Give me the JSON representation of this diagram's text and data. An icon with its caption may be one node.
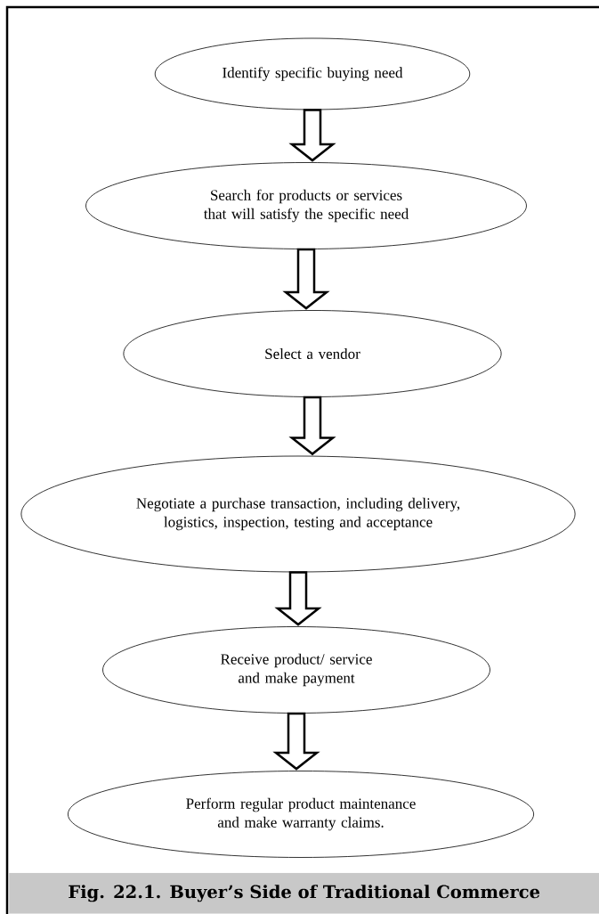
{
  "diagram": {
    "caption": "Fig. 22.1. Buyer’s Side of Traditional Commerce",
    "nodes": [
      {
        "text": [
          "Identify specific buying need"
        ]
      },
      {
        "text": [
          "Search for products or services that will satisfy the specific need"
        ]
      },
      {
        "text": [
          "Select a vendor"
        ]
      },
      {
        "text": [
          "Negotiate a purchase transaction, including delivery, logistics, inspection, testing and acceptance"
        ]
      },
      {
        "text": [
          "Receive product/ service and make payment"
        ]
      },
      {
        "text": [
          "Perform regular product maintenance and make warranty claims."
        ]
      }
    ],
    "edges": [
      {
        "from": 0,
        "to": 1,
        "arrow": "to"
      },
      {
        "from": 1,
        "to": 2,
        "arrow": "to"
      },
      {
        "from": 2,
        "to": 3,
        "arrow": "to"
      },
      {
        "from": 3,
        "to": 4,
        "arrow": "to"
      },
      {
        "from": 4,
        "to": 5,
        "arrow": "to"
      }
    ]
  }
}
